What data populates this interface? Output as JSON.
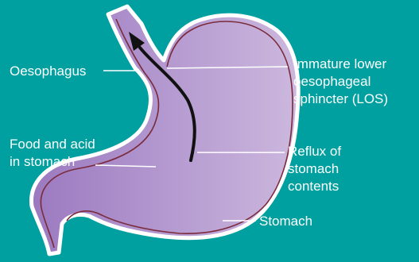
{
  "colors": {
    "background": "#00a0a0",
    "stomach_outline": "#ffffff",
    "stomach_fill_start": "#9b79c0",
    "stomach_fill_end": "#ccb8de",
    "stomach_lining": "#7a2a3a",
    "reflux_arrow": "#111111",
    "leader_lines": "#ffffff",
    "text": "#ffffff"
  },
  "labels": {
    "oesophagus": "Oesophagus",
    "los": [
      "Immature lower",
      "oesophageal",
      "sphincter (LOS)"
    ],
    "food_acid": [
      "Food and acid",
      "in stomach"
    ],
    "reflux": [
      "Reflux of",
      "stomach",
      "contents"
    ],
    "stomach": "Stomach"
  },
  "icons": {
    "reflux": "arrow-up-curve-icon"
  }
}
